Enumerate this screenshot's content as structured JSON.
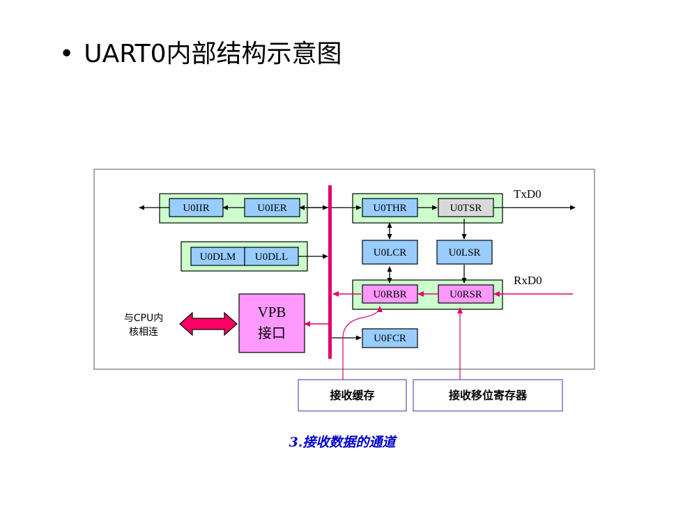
{
  "title": {
    "bullet": "•",
    "text": "UART0内部结构示意图"
  },
  "diagram": {
    "registers": {
      "u0iir": "U0IIR",
      "u0ier": "U0IER",
      "u0dlm": "U0DLM",
      "u0dll": "U0DLL",
      "u0thr": "U0THR",
      "u0tsr": "U0TSR",
      "u0lcr": "U0LCR",
      "u0lsr": "U0LSR",
      "u0rbr": "U0RBR",
      "u0rsr": "U0RSR",
      "u0fcr": "U0FCR"
    },
    "pins": {
      "txd0": "TxD0",
      "rxd0": "RxD0"
    },
    "vpb": {
      "line1": "VPB",
      "line2": "接口"
    },
    "cpu_link": {
      "line1": "与CPU内",
      "line2": "核相连"
    },
    "callouts": {
      "receive_buffer": "接收缓存",
      "receive_shift_register": "接收移位寄存器"
    },
    "caption": "3.接收数据的通道"
  },
  "colors": {
    "register_blue": "#99ccff",
    "register_gray": "#d9d9d9",
    "register_pink": "#ff99ff",
    "group_green": "#ccffcc",
    "bus_magenta": "#e0006e",
    "caption_blue": "#0000cc",
    "callout_border": "#3333aa"
  }
}
